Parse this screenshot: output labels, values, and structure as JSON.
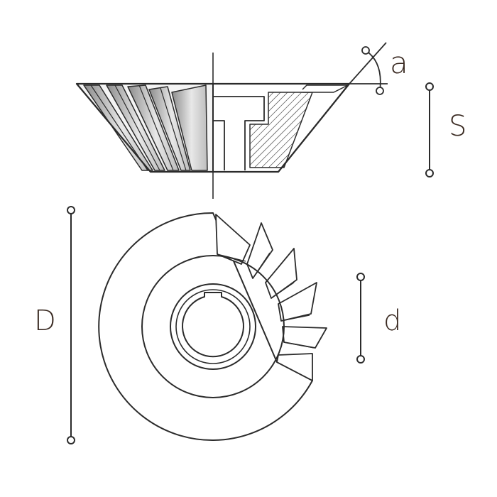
{
  "labels": {
    "angle": "a",
    "height": "S",
    "outer_diameter": "D",
    "bore_diameter": "d"
  },
  "colors": {
    "stroke": "#2b2b2b",
    "label": "#3a2a22",
    "background": "#ffffff",
    "tooth_shade": "#9a9a9a",
    "tooth_highlight": "#f2f2f2"
  }
}
